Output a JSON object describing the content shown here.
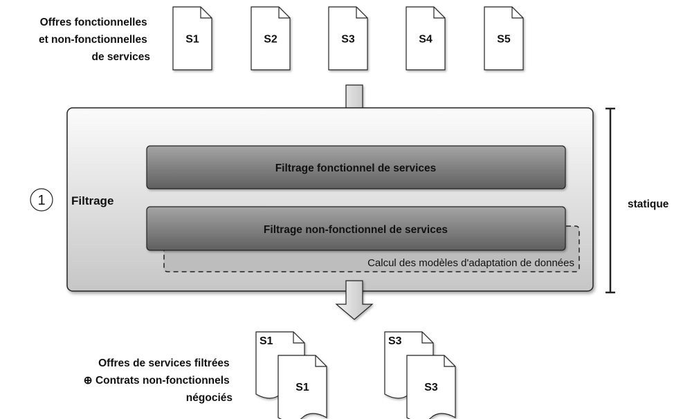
{
  "top_label": [
    "Offres fonctionnelles",
    "et non-fonctionnelles",
    "de services"
  ],
  "input_services": [
    "S1",
    "S2",
    "S3",
    "S4",
    "S5"
  ],
  "step_number": "1",
  "step_label": "Filtrage",
  "layer_functional": "Filtrage fonctionnel de services",
  "layer_nonfunctional": "Filtrage non-fonctionnel de services",
  "layer_adaptation": "Calcul des modèles d'adaptation de données",
  "side_label": "statique",
  "bottom_label": [
    "Offres de services filtrées",
    "⊕ Contrats non-fonctionnels",
    "négociés"
  ],
  "output_groups": [
    {
      "back": "S1",
      "front": "S1"
    },
    {
      "back": "S3",
      "front": "S3"
    }
  ],
  "colors": {
    "box_gradient_top": "#fbfbfb",
    "box_gradient_bottom": "#c9c9c9",
    "layer_top": "#9a9a9a",
    "layer_bottom": "#5e5e5e"
  }
}
